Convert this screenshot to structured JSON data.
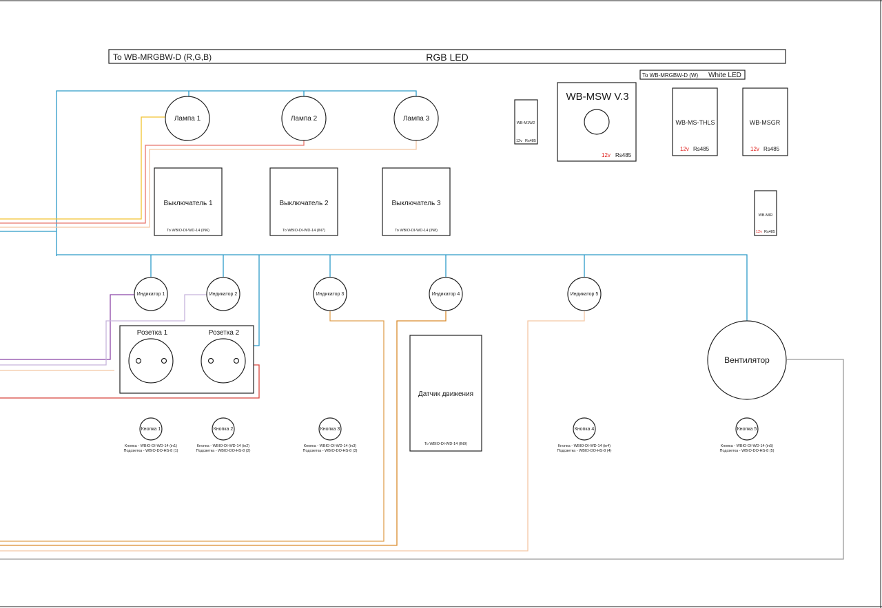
{
  "colors": {
    "blue": "#2c9ac8",
    "yellow": "#f2c230",
    "red": "#e8736b",
    "peach": "#f4c7a4",
    "purple": "#8b45a6",
    "lilac": "#c6b4dc",
    "orange": "#d98a2b",
    "orange2": "#e0a050",
    "gray": "#9a9a9a",
    "darkred": "#d8453c",
    "accent_red": "#e0201c"
  },
  "banner": {
    "left_label": "To WB-MRGBW-D (R,G,B)",
    "title": "RGB LED"
  },
  "white_led_banner": {
    "left_label": "To WB-MRGBW-D (W)",
    "title": "White LED"
  },
  "lamps": [
    "Лампа 1",
    "Лампа 2",
    "Лампа 3"
  ],
  "switches": [
    {
      "label": "Выключатель 1",
      "note": "To WBIO-DI-WD-14 (IN6)"
    },
    {
      "label": "Выключатель 2",
      "note": "To WBIO-DI-WD-14 (IN7)"
    },
    {
      "label": "Выключатель 3",
      "note": "To WBIO-DI-WD-14 (IN8)"
    }
  ],
  "modules": {
    "m1w2": {
      "name": "WB-M1W2",
      "power": "12v",
      "bus": "Rs485"
    },
    "msw": {
      "name": "WB-MSW V.3",
      "power": "12v",
      "bus": "Rs485"
    },
    "thls": {
      "name": "WB-MS-THLS",
      "power": "12v",
      "bus": "Rs485"
    },
    "msgr": {
      "name": "WB-MSGR",
      "power": "12v",
      "bus": "Rs485"
    },
    "mir": {
      "name": "WB-MIR",
      "power": "12v",
      "bus": "Rs485"
    }
  },
  "indicators": [
    "Индикатор 1",
    "Индикатор 2",
    "Индикатор 3",
    "Индикатор 4",
    "Индикатор 5"
  ],
  "sockets": [
    "Розетка 1",
    "Розетка 2"
  ],
  "motion_sensor": {
    "label": "Датчик движения",
    "note": "To WBIO-DI-WD-14 (IN9)"
  },
  "fan": "Вентилятор",
  "buttons": [
    {
      "label": "Кнопка 1",
      "line1": "Кнопка - WBIO-DI-WD-14 (in1)",
      "line2": "Подсветка - WBIO-DO-HS-8 (1)"
    },
    {
      "label": "Кнопка 2",
      "line1": "Кнопка - WBIO-DI-WD-14 (in2)",
      "line2": "Подсветка - WBIO-DO-HS-8 (2)"
    },
    {
      "label": "Кнопка 3",
      "line1": "Кнопка - WBIO-DI-WD-14 (in3)",
      "line2": "Подсветка - WBIO-DO-HS-8 (3)"
    },
    {
      "label": "Кнопка 4",
      "line1": "Кнопка - WBIO-DI-WD-14 (in4)",
      "line2": "Подсветка - WBIO-DO-HS-8 (4)"
    },
    {
      "label": "Кнопка 5",
      "line1": "Кнопка - WBIO-DI-WD-14 (in5)",
      "line2": "Подсветка - WBIO-DO-HS-8 (5)"
    }
  ]
}
